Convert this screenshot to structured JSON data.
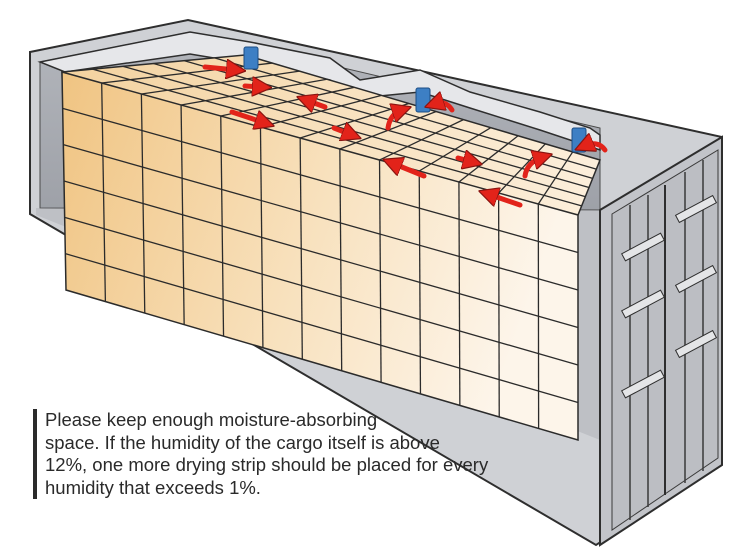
{
  "caption": {
    "text": "Please keep enough moisture-absorbing\nspace. If the humidity of the cargo itself is above\n12%, one more drying strip should be placed for every\nhumidity that exceeds 1%."
  },
  "colors": {
    "container_shell": "#c9cbd0",
    "container_inner": "#a9acb3",
    "container_outline": "#2e2e2e",
    "cargo_dark": "#f0c482",
    "cargo_light": "#fdf5ea",
    "airflow_arrow": "#e2231a",
    "desiccant_bag": "#3d7fc4",
    "caption_bar": "#2b2b2b"
  },
  "icons": {
    "airflow": "red-airflow-arrow",
    "desiccant": "blue-desiccant-bag",
    "door": "container-door-locking-bars"
  }
}
